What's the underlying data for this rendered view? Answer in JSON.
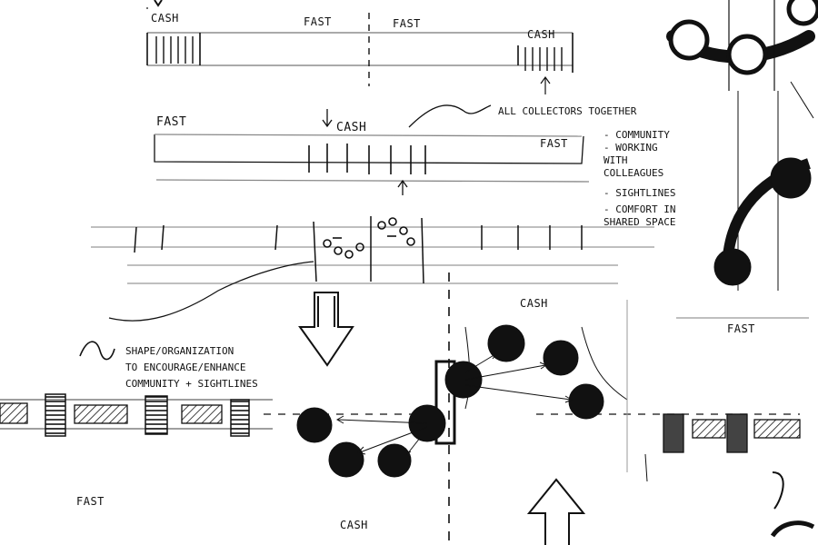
{
  "labels": {
    "top_cash_left": "CASH",
    "top_fast_left": "FAST",
    "top_fast_right": "FAST",
    "top_cash_right": "CASH",
    "mid_fast_left": "FAST",
    "mid_cash": "CASH",
    "mid_fast_right": "FAST",
    "bottom_cash": "CASH",
    "bottom_fast_right": "FAST",
    "bottom_fast_left": "FAST",
    "bottom_cash_low": "CASH"
  },
  "annotation": {
    "heading": "ALL COLLECTORS TOGETHER",
    "bullets": [
      "- COMMUNITY",
      "- WORKING",
      "  WITH",
      "  COLLEAGUES",
      "- SIGHTLINES",
      "- COMFORT IN",
      "  SHARED SPACE"
    ]
  },
  "caption": {
    "lines": [
      "SHAPE/ORGANIZATION",
      "TO ENCOURAGE/ENHANCE",
      "COMMUNITY + SIGHTLINES"
    ]
  }
}
